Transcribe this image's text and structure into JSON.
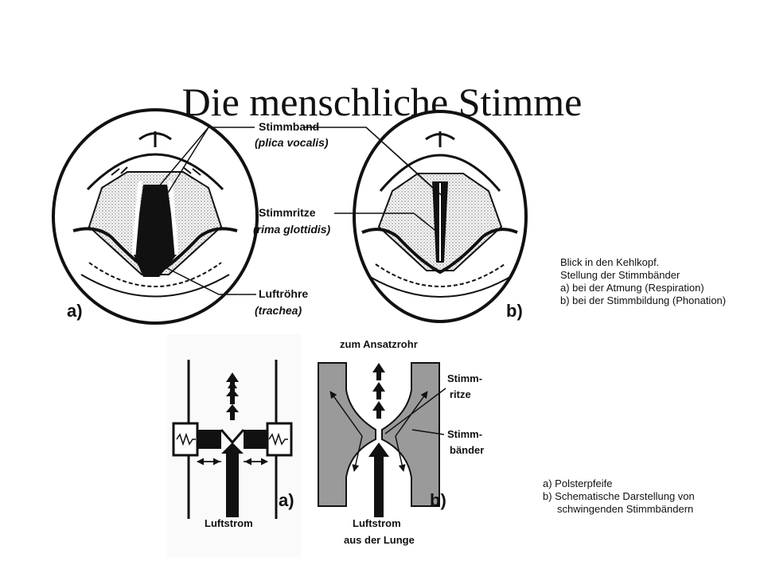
{
  "title": "Die menschliche Stimme",
  "top_diagram": {
    "label_stimmband": "Stimmband",
    "label_stimmband_latin": "(plica vocalis)",
    "label_stimmritze": "Stimmritze",
    "label_stimmritze_latin": "(rima glottidis)",
    "label_luftroehre": "Luftröhre",
    "label_luftroehre_latin": "(trachea)",
    "panel_a": "a)",
    "panel_b": "b)"
  },
  "top_caption": [
    "Blick in den Kehlkopf.",
    "Stellung der Stimmbänder",
    "a) bei der Atmung (Respiration)",
    "b) bei der Stimmbildung (Phonation)"
  ],
  "bottom_diagram": {
    "label_ansatzrohr": "zum Ansatzrohr",
    "label_stimmritze_1": "Stimm-",
    "label_stimmritze_2": "ritze",
    "label_stimmbaender_1": "Stimm-",
    "label_stimmbaender_2": "bänder",
    "label_luftstrom_a": "Luftstrom",
    "label_luftstrom_b_1": "Luftstrom",
    "label_luftstrom_b_2": "aus der Lunge",
    "panel_a": "a)",
    "panel_b": "b)"
  },
  "bottom_caption": [
    "a) Polsterpfeife",
    "b) Schematische Darstellung von",
    "schwingenden Stimmbändern"
  ]
}
